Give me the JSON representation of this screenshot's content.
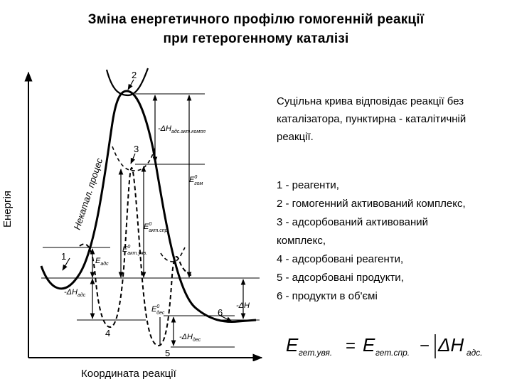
{
  "slide": {
    "title_line1": "Зміна енергетичного профілю гомогенній реакції",
    "title_line2": "при гетерогенному каталізі",
    "y_axis_label": "Енергія",
    "x_axis_label": "Координата реакції",
    "description": "Суцільна крива відповідає реакції без каталізатора, пунктирна - каталітичній реакції.",
    "legend": [
      "1 - реагенти,",
      "2 - гомогенний активований комплекс,",
      "3 - адсорбований активований",
      "комплекс,",
      "4 - адсорбовані реагенти,",
      "5 - адсорбовані продукти,",
      "6 - продукти в об'ємі"
    ]
  },
  "diagram": {
    "point_labels": [
      "1",
      "2",
      "3",
      "4",
      "5",
      "6"
    ],
    "curve_label": "Некатал. процес",
    "annot_dH_complex": "-ΔH",
    "annot_dH_complex_sub": "адс.акт.компл",
    "annot_E_hom": "E",
    "annot_E_hom_sub": "гом",
    "annot_E_cat_spr": "E",
    "annot_E_cat_spr_sub": "акт.спр.",
    "annot_E_cat_uyav": "E",
    "annot_E_cat_uyav_sub": "акт.уяв.",
    "annot_E_ads": "E",
    "annot_E_ads_sub": "адс",
    "annot_dH_ads": "-ΔH",
    "annot_dH_ads_sub": "адс",
    "annot_E_des": "E",
    "annot_E_des_sub": "дес",
    "annot_dH_des": "-ΔH",
    "annot_dH_des_sub": "дес",
    "annot_dH": "-ΔH",
    "annot_zero": "0"
  },
  "formula": {
    "lhs": "E",
    "lhs_sub": "гет.увя.",
    "eq": "=",
    "rhs": "E",
    "rhs_sub": "гет.спр.",
    "minus": "−",
    "dh": "ΔH",
    "dh_sub": "адс."
  }
}
